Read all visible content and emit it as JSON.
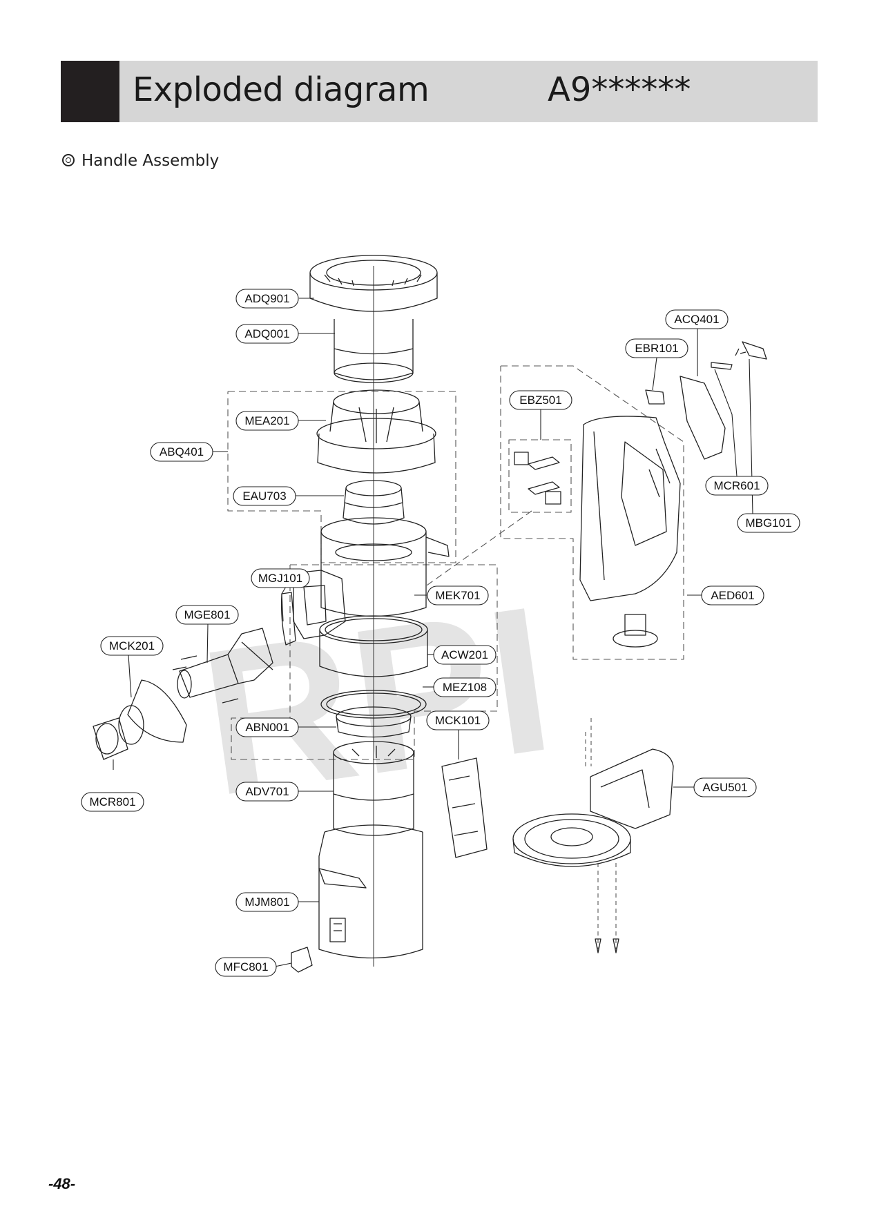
{
  "header": {
    "title": "Exploded diagram",
    "model": "A9******"
  },
  "section_title": "Handle Assembly",
  "watermark": "RPI",
  "page_number": "-48-",
  "callouts": [
    {
      "id": "ADQ901"
    },
    {
      "id": "ADQ001"
    },
    {
      "id": "MEA201"
    },
    {
      "id": "ABQ401"
    },
    {
      "id": "EAU703"
    },
    {
      "id": "MGJ101"
    },
    {
      "id": "MGE801"
    },
    {
      "id": "MCK201"
    },
    {
      "id": "MEK701"
    },
    {
      "id": "ACW201"
    },
    {
      "id": "MEZ108"
    },
    {
      "id": "ABN001"
    },
    {
      "id": "MCK101"
    },
    {
      "id": "ADV701"
    },
    {
      "id": "MCR801"
    },
    {
      "id": "MJM801"
    },
    {
      "id": "MFC801"
    },
    {
      "id": "EBZ501"
    },
    {
      "id": "ACQ401"
    },
    {
      "id": "EBR101"
    },
    {
      "id": "MCR601"
    },
    {
      "id": "MBG101"
    },
    {
      "id": "AED601"
    },
    {
      "id": "AGU501"
    }
  ],
  "colors": {
    "header_bg": "#d6d6d6",
    "header_block": "#231f20",
    "line": "#222222",
    "watermark": "#e2e2e2"
  }
}
